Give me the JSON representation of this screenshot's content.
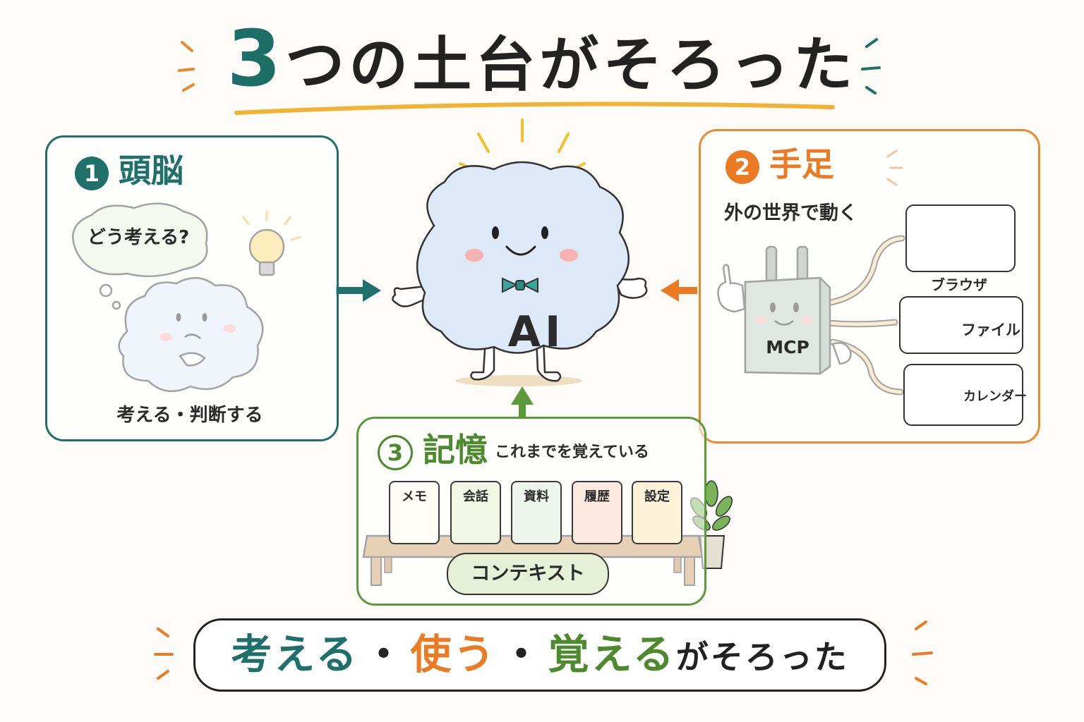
{
  "title": {
    "number": "3",
    "rest": "つの土台がそろった"
  },
  "brain": {
    "number": "1",
    "heading": "頭脳",
    "thought": "どう考える?",
    "caption": "考える・判断する",
    "icons": [
      "cloud-character-icon",
      "lightbulb-icon",
      "thought-bubble-icon"
    ]
  },
  "limbs": {
    "number": "2",
    "heading": "手足",
    "subtitle": "外の世界で動く",
    "device_label": "MCP",
    "apps": [
      {
        "label": "ブラウザ",
        "icon": "browser-window-icon"
      },
      {
        "label": "ファイル",
        "icon": "folder-icon"
      },
      {
        "label": "カレンダー",
        "icon": "calendar-icon"
      }
    ]
  },
  "center": {
    "label": "AI",
    "icon": "ai-cloud-mascot-icon"
  },
  "memory": {
    "number": "3",
    "heading": "記憶",
    "subtitle": "これまでを覚えている",
    "cards": [
      "メモ",
      "会話",
      "資料",
      "履歴",
      "設定"
    ],
    "context_label": "コンテキスト"
  },
  "banner": {
    "word1": "考える",
    "sep": "・",
    "word2": "使う",
    "word3": "覚える",
    "tail": "がそろった"
  },
  "colors": {
    "teal": "#1f6f6a",
    "orange": "#ec7a22",
    "green": "#4d8a2d",
    "underline": "#f2b233"
  }
}
